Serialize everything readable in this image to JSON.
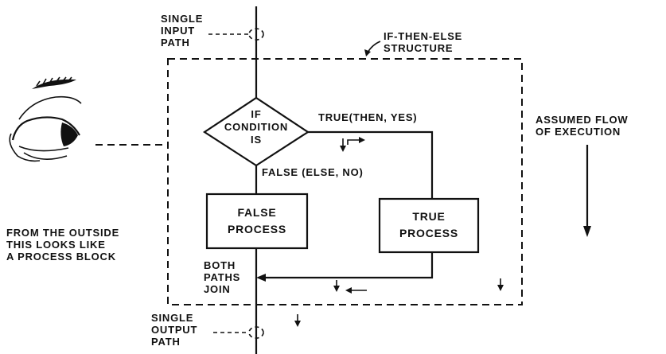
{
  "labels": {
    "single_input_path": [
      "SINGLE",
      "INPUT",
      "PATH"
    ],
    "structure_label": [
      "IF-THEN-ELSE",
      "STRUCTURE"
    ],
    "decision": [
      "IF",
      "CONDITION",
      "IS"
    ],
    "true_branch": "TRUE(THEN, YES)",
    "false_branch": "FALSE (ELSE, NO)",
    "false_process": [
      "FALSE",
      "PROCESS"
    ],
    "true_process": [
      "TRUE",
      "PROCESS"
    ],
    "both_paths_join": [
      "BOTH",
      "PATHS",
      "JOIN"
    ],
    "single_output_path": [
      "SINGLE",
      "OUTPUT",
      "PATH"
    ],
    "assumed_flow": [
      "ASSUMED FLOW",
      "OF EXECUTION"
    ],
    "outside_view": [
      "FROM THE OUTSIDE",
      "THIS LOOKS LIKE",
      "A PROCESS BLOCK"
    ]
  },
  "icons": {
    "eye": "eye-icon",
    "flow_arrow": "down-arrow-icon"
  },
  "colors": {
    "ink": "#111111",
    "background": "#ffffff"
  }
}
